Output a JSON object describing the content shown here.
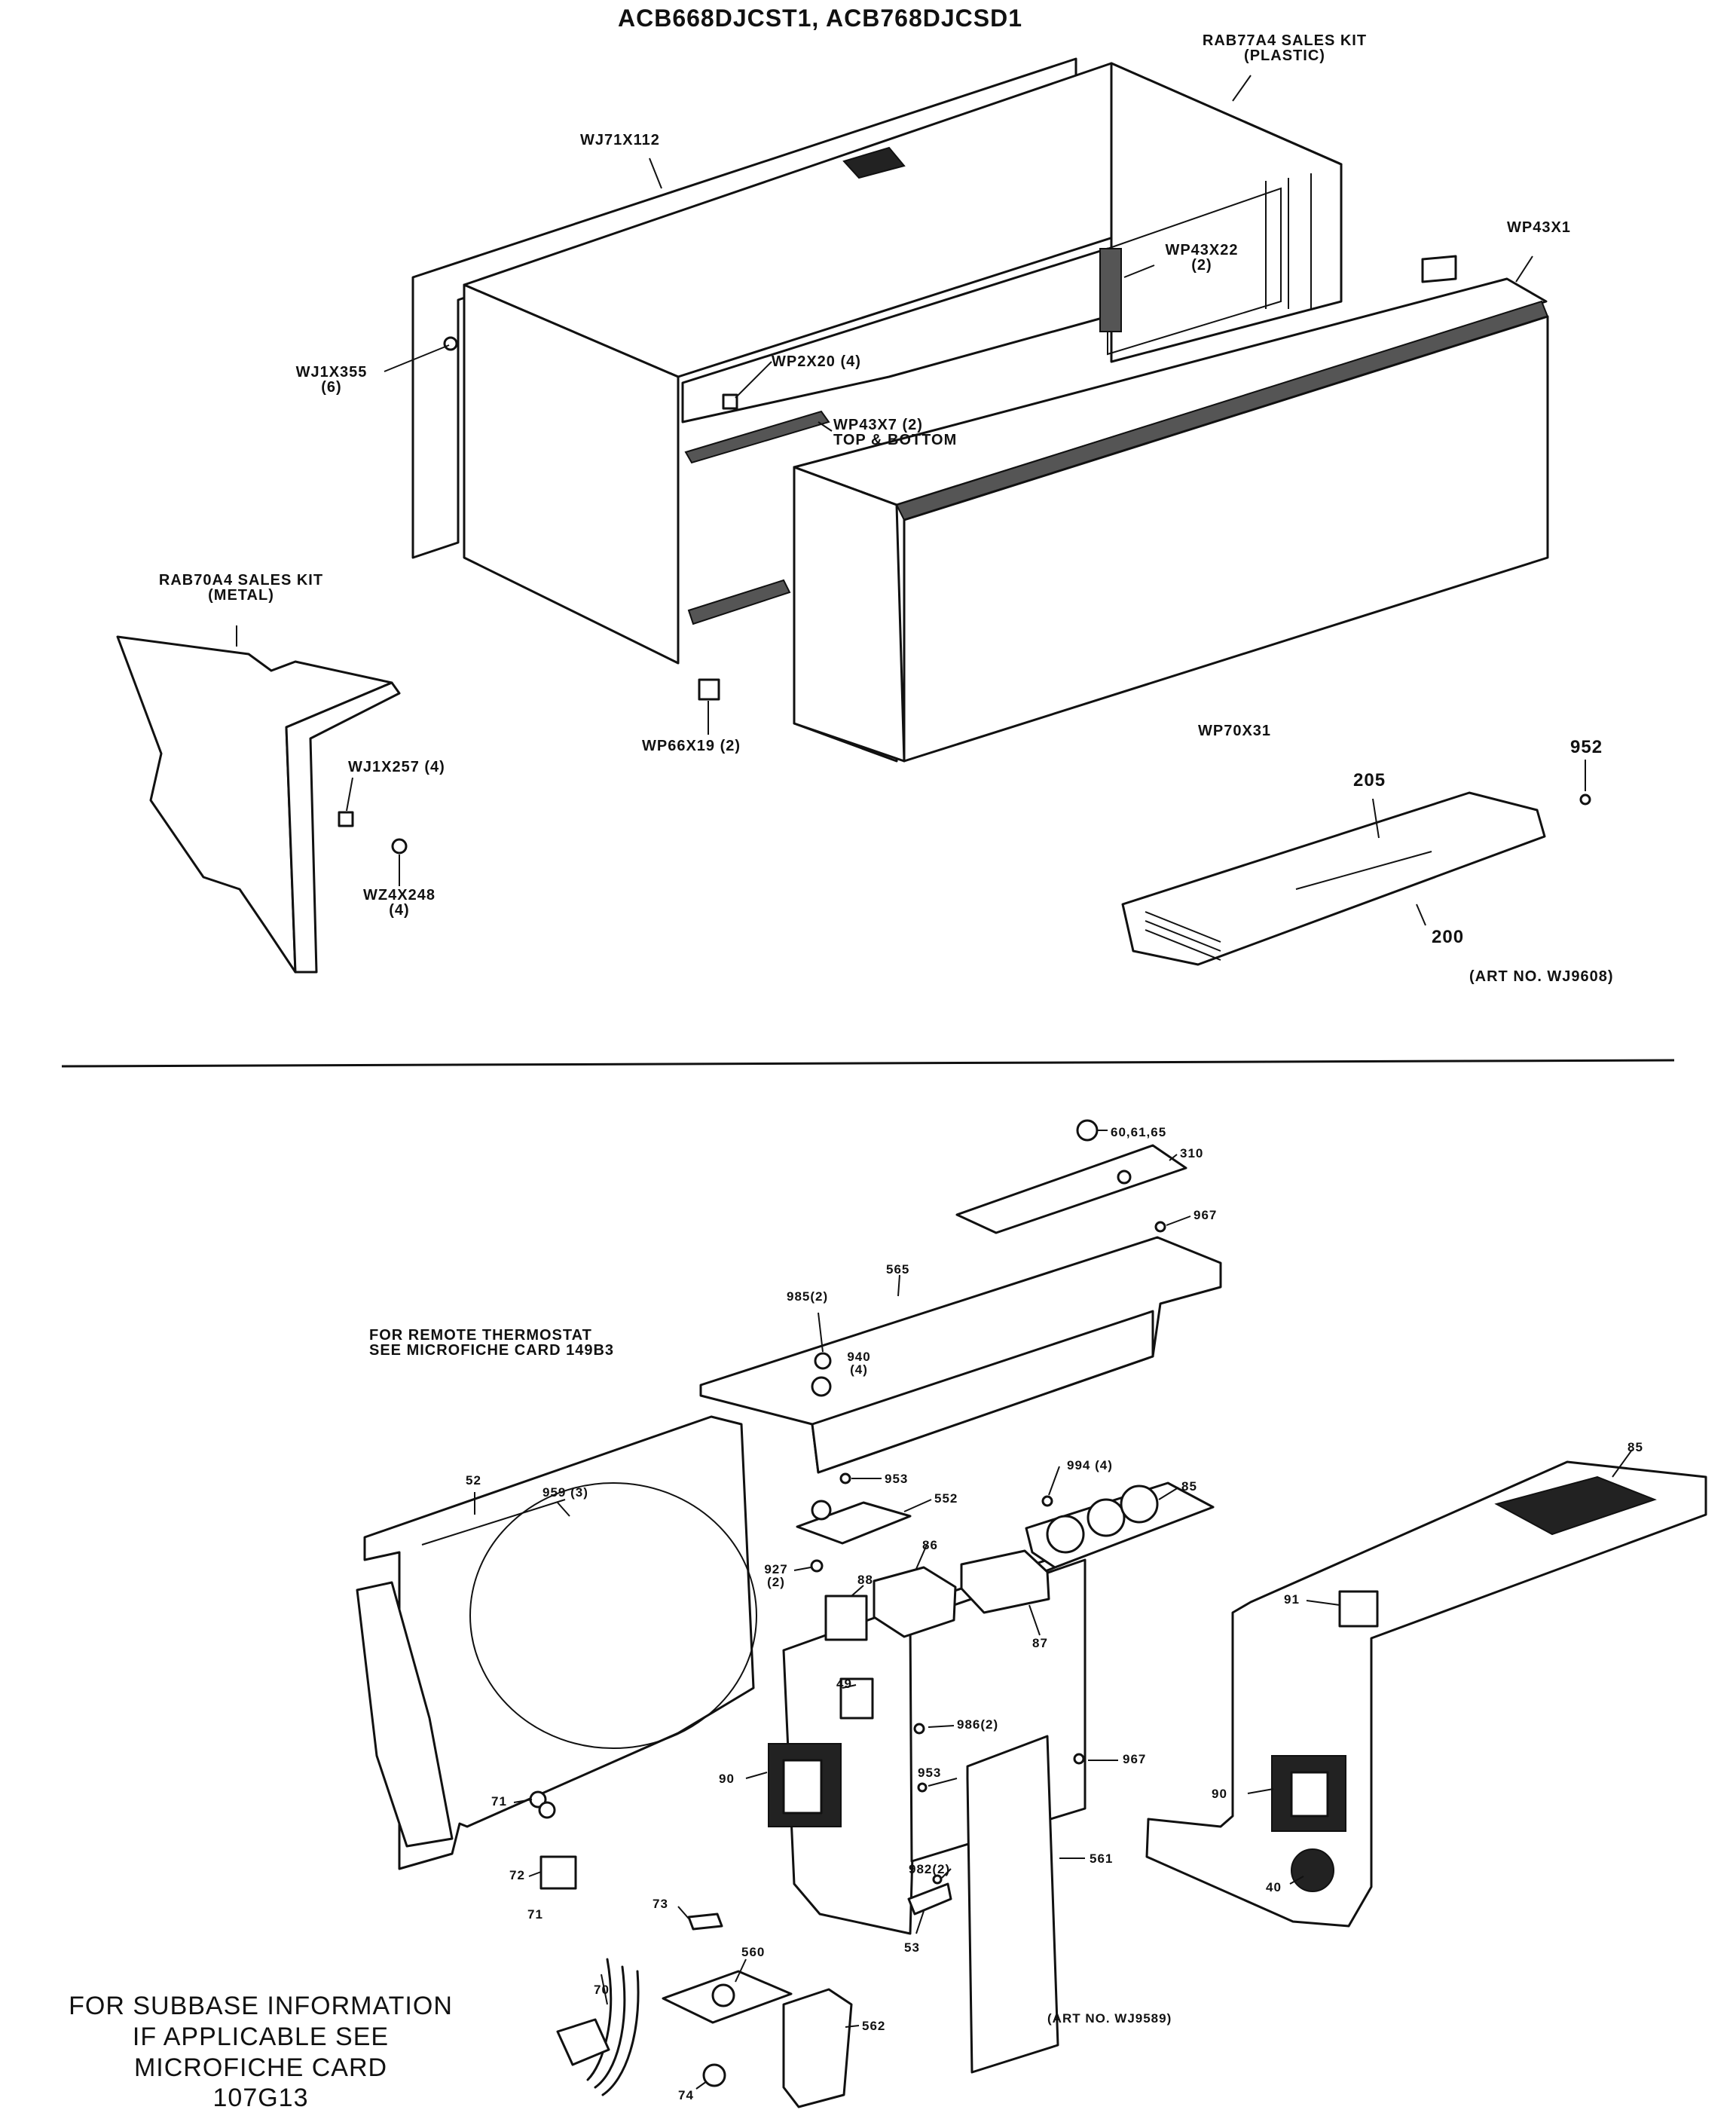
{
  "title": "ACB668DJCST1, ACB768DJCSD1",
  "top": {
    "sales_kit_plastic": [
      "RAB77A4 SALES KIT",
      "(PLASTIC)"
    ],
    "wj71x112": "WJ71X112",
    "wp43x22": [
      "WP43X22",
      "(2)"
    ],
    "wp43x1": "WP43X1",
    "wj1x355": [
      "WJ1X355",
      "(6)"
    ],
    "wp2x20": "WP2X20 (4)",
    "wp43x7": [
      "WP43X7 (2)",
      "TOP & BOTTOM"
    ],
    "sales_kit_metal": [
      "RAB70A4 SALES KIT",
      "(METAL)"
    ],
    "wp66x19": "WP66X19 (2)",
    "wp70x31": "WP70X31",
    "wj1x257": "WJ1X257 (4)",
    "wz4x248": [
      "WZ4X248",
      "(4)"
    ],
    "p952": "952",
    "p205": "205",
    "p200": "200",
    "art_no": "(ART NO. WJ9608)"
  },
  "bottom": {
    "remote_thermostat": [
      "FOR REMOTE THERMOSTAT",
      "SEE MICROFICHE CARD 149B3"
    ],
    "p60": "60,61,65",
    "p310": "310",
    "p967a": "967",
    "p565": "565",
    "p985": "985(2)",
    "p940": [
      "940",
      "(4)"
    ],
    "p953a": "953",
    "p552": "552",
    "p994": "994 (4)",
    "p85a": "85",
    "p85b": "85",
    "p52": "52",
    "p959": "959 (3)",
    "p927": [
      "927",
      "(2)"
    ],
    "p86": "86",
    "p88": "88",
    "p87": "87",
    "p91": "91",
    "p49": "49",
    "p986": "986(2)",
    "p967b": "967",
    "p953b": "953",
    "p90a": "90",
    "p90b": "90",
    "p982": "982(2)",
    "p71a": "71",
    "p72": "72",
    "p71b": "71",
    "p73": "73",
    "p40": "40",
    "p561": "561",
    "p53": "53",
    "p560": "560",
    "p70": "70",
    "p562": "562",
    "p74": "74",
    "art_no": "(ART NO. WJ9589)",
    "subbase": [
      "FOR SUBBASE INFORMATION",
      "IF APPLICABLE SEE",
      "MICROFICHE CARD",
      "107G13"
    ]
  }
}
